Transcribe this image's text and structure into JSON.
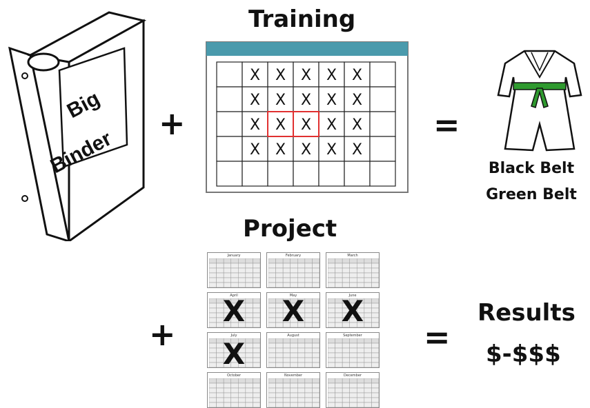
{
  "binder": {
    "line1": "Big",
    "line2": "Binder"
  },
  "training": {
    "title": "Training",
    "plus": "+",
    "equals": "=",
    "mark": "X",
    "grid_marks": [
      [
        "",
        "X",
        "X",
        "X",
        "X",
        "X",
        ""
      ],
      [
        "",
        "X",
        "X",
        "X",
        "X",
        "X",
        ""
      ],
      [
        "",
        "X",
        "X",
        "X",
        "X",
        "X",
        ""
      ],
      [
        "",
        "X",
        "X",
        "X",
        "X",
        "X",
        ""
      ],
      [
        "",
        "",
        "",
        "",
        "",
        "",
        ""
      ]
    ],
    "highlighted_cells": [
      [
        2,
        2
      ],
      [
        2,
        3
      ]
    ],
    "accent": "#4a9aac",
    "highlight": "#e03030"
  },
  "belts": {
    "line1": "Black Belt",
    "line2": "Green Belt",
    "belt_color": "#2f9a2f"
  },
  "project": {
    "title": "Project",
    "plus": "+",
    "equals": "=",
    "months": [
      "January",
      "February",
      "March",
      "April",
      "May",
      "June",
      "July",
      "August",
      "September",
      "October",
      "November",
      "December"
    ],
    "marked_months": [
      3,
      4,
      5,
      6
    ],
    "mark": "X"
  },
  "results": {
    "title": "Results",
    "value": "$-$$$"
  }
}
